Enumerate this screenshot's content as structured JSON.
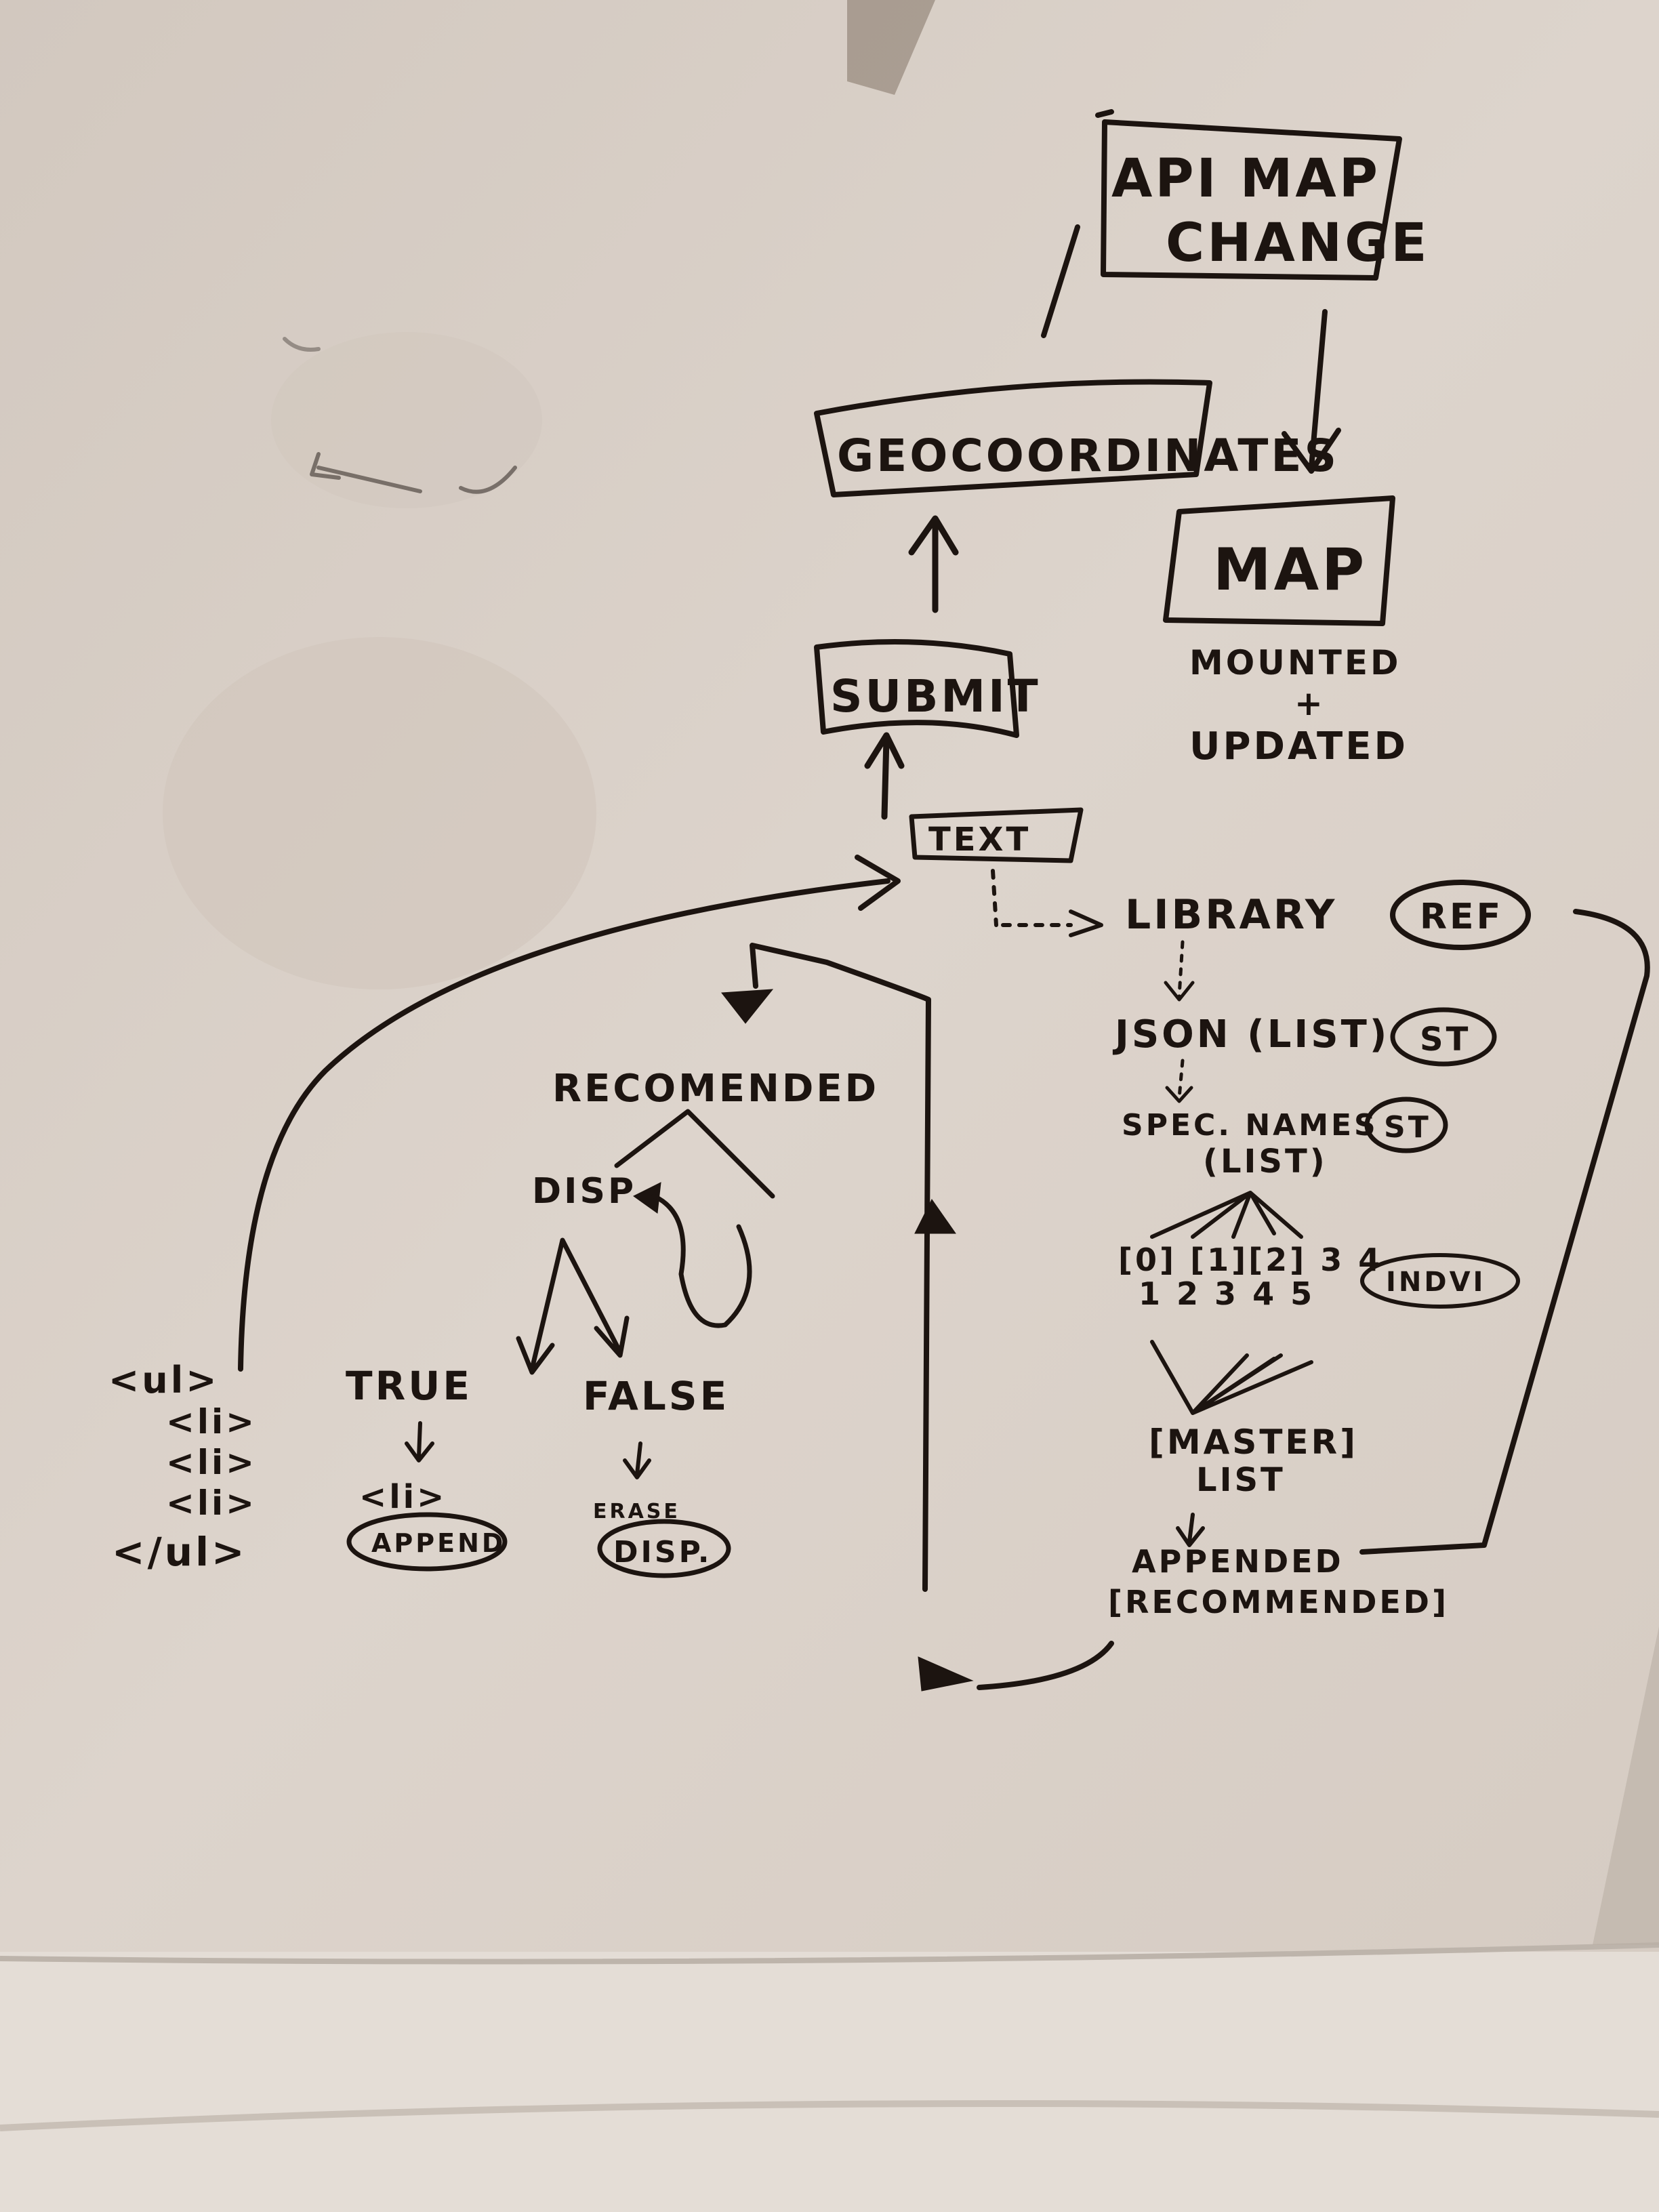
{
  "nodes": {
    "api_map_change_line1": "API MAP",
    "api_map_change_line2": "CHANGE",
    "geocoordinates": "GEOCOORDINATES",
    "map": "MAP",
    "map_note_line1": "MOUNTED",
    "map_note_line2": "+",
    "map_note_line3": "UPDATED",
    "submit": "SUBMIT",
    "text": "TEXT",
    "library": "LIBRARY",
    "ref": "REF",
    "json_list": "JSON (LIST)",
    "st1": "ST",
    "spec_names_line1": "SPEC. NAMES",
    "spec_names_line2": "(LIST)",
    "st2": "ST",
    "indices_top": "[0] [1][2] 3 4",
    "indices_bottom": "1  2 3 4 5",
    "indvi": "INDVI",
    "master_list_line1": "[MASTER]",
    "master_list_line2": "LIST",
    "appended": "APPENDED",
    "recommended_bracket": "[RECOMMENDED]",
    "recomended": "RECOMENDED",
    "disp": "DISP",
    "true_label": "TRUE",
    "false_label": "FALSE",
    "li_append": "<li>",
    "append_oval": "APPEND",
    "erase": "ERASE",
    "disp_oval": "DISP.",
    "ul_open": "<ul>",
    "li_1": "<li>",
    "li_2": "<li>",
    "li_3": "<li>",
    "ul_close": "</ul>"
  }
}
